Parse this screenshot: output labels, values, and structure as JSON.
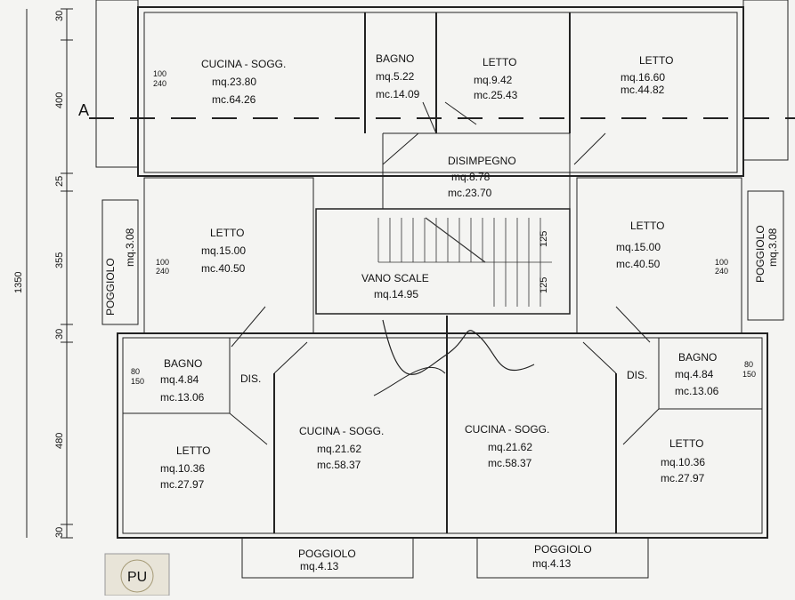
{
  "rooms": {
    "cucina_top": {
      "name": "CUCINA - SOGG.",
      "area": "mq.23.80",
      "volume": "mc.64.26"
    },
    "bagno_top": {
      "name": "BAGNO",
      "area": "mq.5.22",
      "volume": "mc.14.09"
    },
    "letto_top_mid": {
      "name": "LETTO",
      "area": "mq.9.42",
      "volume": "mc.25.43"
    },
    "letto_top_right": {
      "name": "LETTO",
      "area": "mq.16.60",
      "volume": "mc.44.82"
    },
    "disimpegno": {
      "name": "DISIMPEGNO",
      "area": "mq.8.78",
      "volume": "mc.23.70"
    },
    "letto_left": {
      "name": "LETTO",
      "area": "mq.15.00",
      "volume": "mc.40.50"
    },
    "letto_right": {
      "name": "LETTO",
      "area": "mq.15.00",
      "volume": "mc.40.50"
    },
    "vano_scale": {
      "name": "VANO SCALE",
      "area": "mq.14.95"
    },
    "bagno_left": {
      "name": "BAGNO",
      "area": "mq.4.84",
      "volume": "mc.13.06"
    },
    "bagno_right": {
      "name": "BAGNO",
      "area": "mq.4.84",
      "volume": "mc.13.06"
    },
    "dis_left": {
      "name": "DIS."
    },
    "dis_right": {
      "name": "DIS."
    },
    "cucina_bottom_left": {
      "name": "CUCINA - SOGG.",
      "area": "mq.21.62",
      "volume": "mc.58.37"
    },
    "cucina_bottom_right": {
      "name": "CUCINA - SOGG.",
      "area": "mq.21.62",
      "volume": "mc.58.37"
    },
    "letto_bottom_left": {
      "name": "LETTO",
      "area": "mq.10.36",
      "volume": "mc.27.97"
    },
    "letto_bottom_right": {
      "name": "LETTO",
      "area": "mq.10.36",
      "volume": "mc.27.97"
    },
    "poggiolo_left": {
      "name": "POGGIOLO",
      "area": "mq.3.08"
    },
    "poggiolo_right": {
      "name": "POGGIOLO",
      "area": "mq.3.08"
    },
    "poggiolo_bottom_left": {
      "name": "POGGIOLO",
      "area": "mq.4.13"
    },
    "poggiolo_bottom_right": {
      "name": "POGGIOLO",
      "area": "mq.4.13"
    }
  },
  "dimensions": {
    "total": "1350",
    "d1": "30",
    "d2": "400",
    "d3": "25",
    "d4": "355",
    "d5": "30",
    "d6": "480",
    "d7": "30",
    "stair_a": "125",
    "stair_b": "125"
  },
  "windows": {
    "w100_240": "100",
    "w240": "240",
    "w80": "80",
    "w150": "150"
  },
  "section_marker": "A",
  "logo_text": "PU"
}
